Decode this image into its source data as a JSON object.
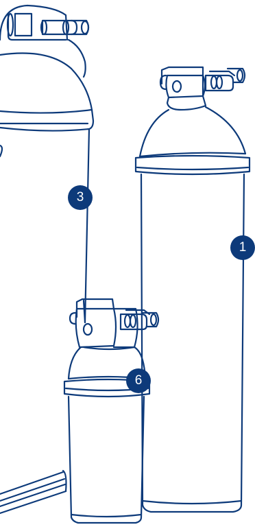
{
  "colors": {
    "line": "#0d3a7a",
    "badge_fill": "#0d3a7a",
    "badge_text": "#ffffff",
    "background": "#ffffff"
  },
  "badges": [
    {
      "label": "3"
    },
    {
      "label": "1"
    },
    {
      "label": "6"
    }
  ]
}
